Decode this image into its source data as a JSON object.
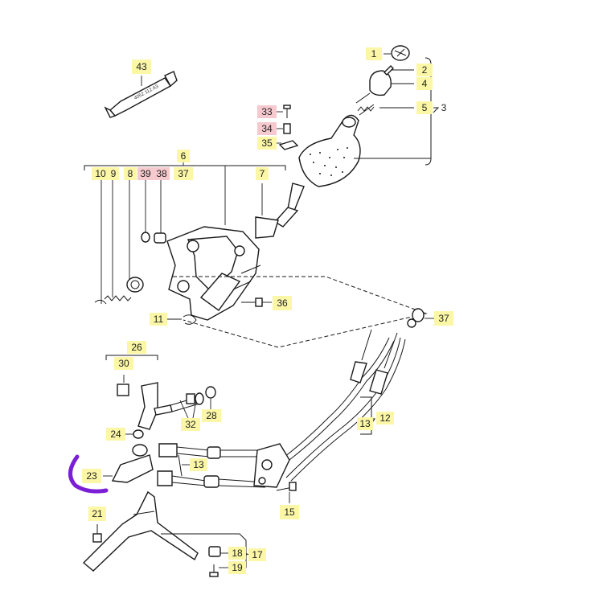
{
  "colors": {
    "label_yellow": "#fbf7a6",
    "label_pink": "#f6c9cf",
    "annotation_purple": "#7b1fd6",
    "line": "#1a1a1a"
  },
  "tube_text": "4052 112 A3",
  "callouts": [
    {
      "id": "1",
      "highlight": "yellow"
    },
    {
      "id": "2",
      "highlight": "yellow"
    },
    {
      "id": "4",
      "highlight": "yellow"
    },
    {
      "id": "5",
      "highlight": "yellow"
    },
    {
      "id": "3",
      "highlight": "none"
    },
    {
      "id": "43",
      "highlight": "yellow"
    },
    {
      "id": "33",
      "highlight": "pink"
    },
    {
      "id": "34",
      "highlight": "pink"
    },
    {
      "id": "35",
      "highlight": "yellow"
    },
    {
      "id": "6",
      "highlight": "yellow"
    },
    {
      "id": "37",
      "highlight": "yellow"
    },
    {
      "id": "10",
      "highlight": "yellow"
    },
    {
      "id": "9",
      "highlight": "yellow"
    },
    {
      "id": "8",
      "highlight": "yellow"
    },
    {
      "id": "39",
      "highlight": "pink"
    },
    {
      "id": "38",
      "highlight": "pink"
    },
    {
      "id": "7",
      "highlight": "yellow"
    },
    {
      "id": "36",
      "highlight": "yellow"
    },
    {
      "id": "11",
      "highlight": "yellow"
    },
    {
      "id": "37",
      "highlight": "yellow"
    },
    {
      "id": "26",
      "highlight": "yellow"
    },
    {
      "id": "30",
      "highlight": "yellow"
    },
    {
      "id": "28",
      "highlight": "yellow"
    },
    {
      "id": "32",
      "highlight": "yellow"
    },
    {
      "id": "24",
      "highlight": "yellow"
    },
    {
      "id": "13",
      "highlight": "yellow"
    },
    {
      "id": "12",
      "highlight": "yellow"
    },
    {
      "id": "23",
      "highlight": "yellow"
    },
    {
      "id": "13",
      "highlight": "yellow"
    },
    {
      "id": "15",
      "highlight": "yellow"
    },
    {
      "id": "21",
      "highlight": "yellow"
    },
    {
      "id": "18",
      "highlight": "yellow"
    },
    {
      "id": "17",
      "highlight": "yellow"
    },
    {
      "id": "19",
      "highlight": "yellow"
    }
  ]
}
